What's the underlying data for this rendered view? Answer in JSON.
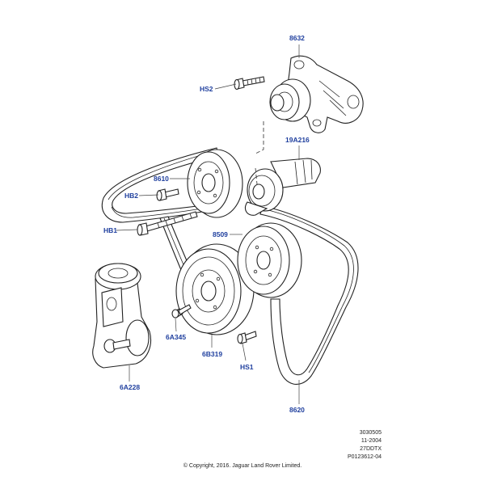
{
  "callouts": {
    "c8632": "8632",
    "cHS2": "HS2",
    "c19A216": "19A216",
    "c8610": "8610",
    "cHB2": "HB2",
    "cHB1": "HB1",
    "c8509": "8509",
    "c6A345": "6A345",
    "c6B319": "6B319",
    "cHS1": "HS1",
    "c6A228": "6A228",
    "c8620": "8620"
  },
  "meta": {
    "line1": "3030505",
    "line2": "11-2004",
    "line3": "27DDTX",
    "line4": "P0123612-04"
  },
  "copyright": "© Copyright, 2016. Jaguar Land Rover Limited.",
  "colors": {
    "callout": "#1f3f9e",
    "line": "#222222"
  }
}
